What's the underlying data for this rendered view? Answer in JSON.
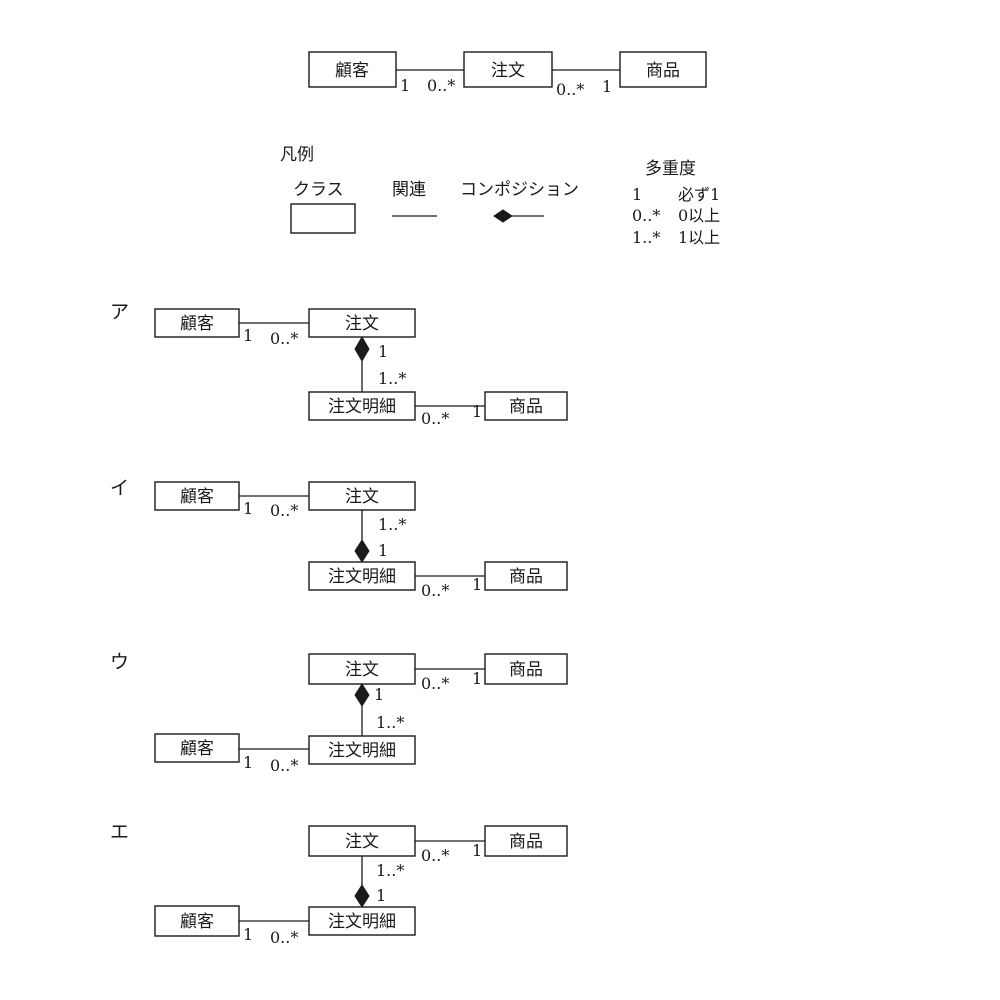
{
  "top": {
    "customer": "顧客",
    "order": "注文",
    "product": "商品",
    "m_customer": "1",
    "m_order_left": "0..*",
    "m_order_right": "0..*",
    "m_product": "1"
  },
  "legend": {
    "title": "凡例",
    "class_label": "クラス",
    "association_label": "関連",
    "composition_label": "コンポジション",
    "multiplicity_title": "多重度",
    "rows": [
      {
        "sym": "1",
        "desc": "必ず1"
      },
      {
        "sym": "0..*",
        "desc": "0以上"
      },
      {
        "sym": "1..*",
        "desc": "1以上"
      }
    ]
  },
  "options": [
    {
      "label": "ア",
      "customer": "顧客",
      "order": "注文",
      "detail": "注文明細",
      "product": "商品",
      "m_cust": "1",
      "m_cust_far": "0..*",
      "m_comp_a": "1",
      "m_comp_b": "1..*",
      "m_prod_near": "0..*",
      "m_prod": "1"
    },
    {
      "label": "イ",
      "customer": "顧客",
      "order": "注文",
      "detail": "注文明細",
      "product": "商品",
      "m_cust": "1",
      "m_cust_far": "0..*",
      "m_comp_a": "1..*",
      "m_comp_b": "1",
      "m_prod_near": "0..*",
      "m_prod": "1"
    },
    {
      "label": "ウ",
      "customer": "顧客",
      "order": "注文",
      "detail": "注文明細",
      "product": "商品",
      "m_prod_near": "0..*",
      "m_prod": "1",
      "m_comp_a": "1",
      "m_comp_b": "1..*",
      "m_cust": "1",
      "m_cust_far": "0..*"
    },
    {
      "label": "エ",
      "customer": "顧客",
      "order": "注文",
      "detail": "注文明細",
      "product": "商品",
      "m_prod_near": "0..*",
      "m_prod": "1",
      "m_comp_a": "1..*",
      "m_comp_b": "1",
      "m_cust": "1",
      "m_cust_far": "0..*"
    }
  ]
}
